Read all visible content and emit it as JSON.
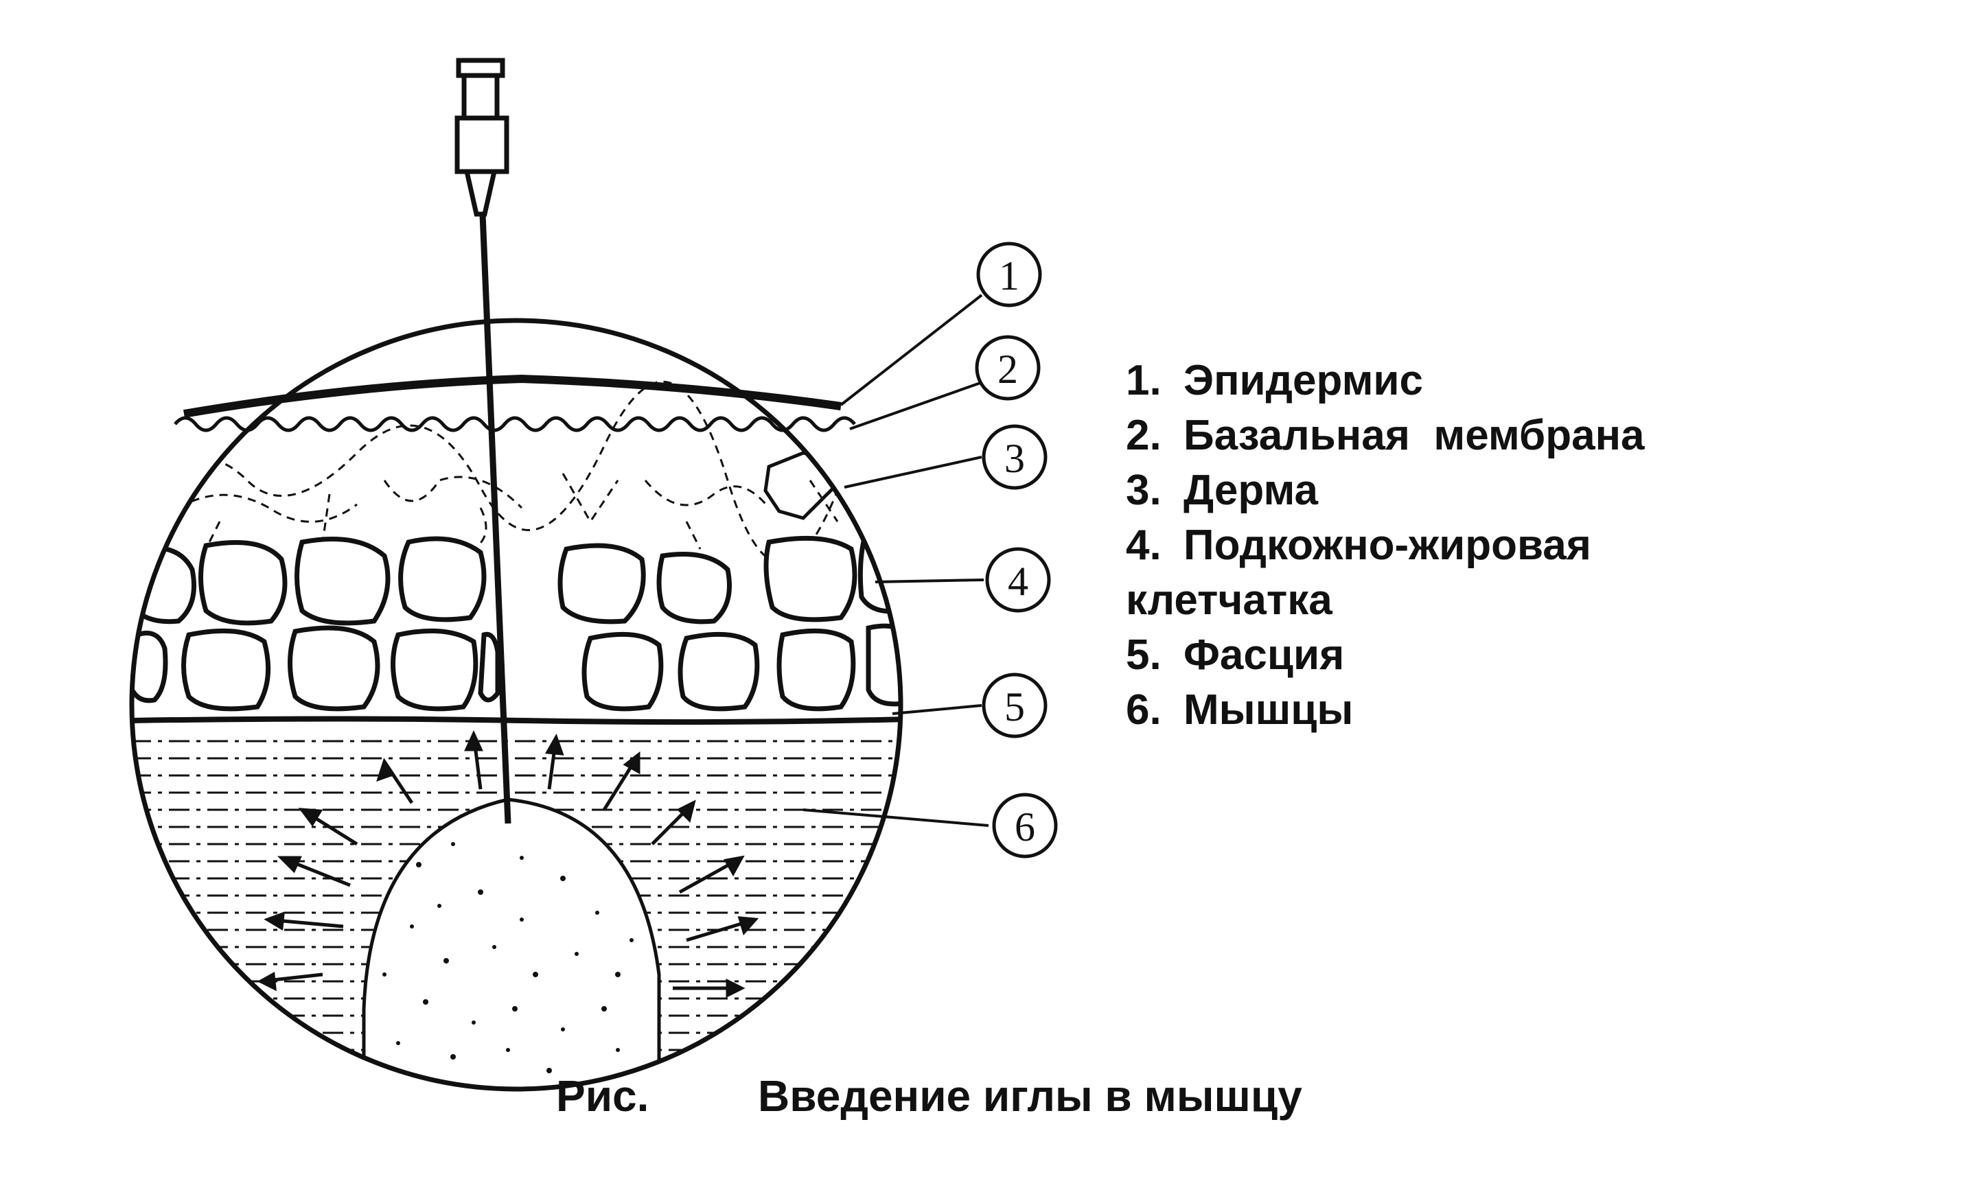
{
  "diagram": {
    "callouts": [
      {
        "number": "1"
      },
      {
        "number": "2"
      },
      {
        "number": "3"
      },
      {
        "number": "4"
      },
      {
        "number": "5"
      },
      {
        "number": "6"
      }
    ]
  },
  "legend": {
    "items": [
      {
        "num": "1.",
        "label": "Эпидермис"
      },
      {
        "num": "2.",
        "label": "Базальная  мембрана"
      },
      {
        "num": "3.",
        "label": "Дерма"
      },
      {
        "num": "4.",
        "label": "Подкожно-жировая"
      },
      {
        "num": "",
        "label": "клетчатка"
      },
      {
        "num": "5.",
        "label": "Фасция"
      },
      {
        "num": "6.",
        "label": "Мышцы"
      }
    ]
  },
  "caption": {
    "prefix": "Рис.",
    "text": "Введение иглы в мышцу"
  },
  "colors": {
    "ink": "#111111",
    "background": "#ffffff"
  }
}
